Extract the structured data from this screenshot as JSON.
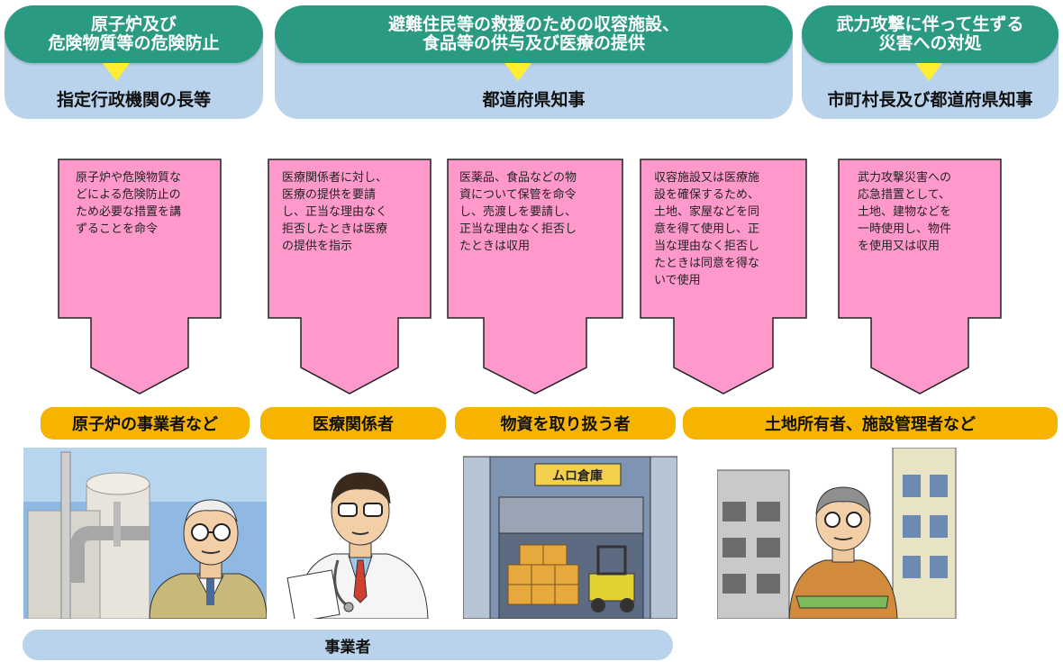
{
  "top": [
    {
      "title": "原子炉及び\n危険物質等の危険防止",
      "authority": "指定行政機関の長等"
    },
    {
      "title": "避難住民等の救援のための収容施設、\n食品等の供与及び医療の提供",
      "authority": "都道府県知事"
    },
    {
      "title": "武力攻撃に伴って生ずる\n災害への対処",
      "authority": "市町村長及び都道府県知事"
    }
  ],
  "arrows": [
    {
      "text": "原子炉や危険物質な\nどによる危険防止の\nため必要な措置を講\nずることを命令"
    },
    {
      "text": "医療関係者に対し、\n医療の提供を要請\nし、正当な理由なく\n拒否したときは医療\nの提供を指示"
    },
    {
      "text": "医薬品、食品などの物\n資について保管を命令\nし、売渡しを要請し、\n正当な理由なく拒否し\nたときは収用"
    },
    {
      "text": "収容施設又は医療施\n設を確保するため、\n土地、家屋などを同\n意を得て使用し、正\n当な理由なく拒否し\nたときは同意を得な\nいで使用"
    },
    {
      "text": "武力攻撃災害への\n応急措置として、\n土地、建物などを\n一時使用し、物件\nを使用又は収用"
    }
  ],
  "targets": [
    {
      "label": "原子炉の事業者など"
    },
    {
      "label": "医療関係者"
    },
    {
      "label": "物資を取り扱う者"
    },
    {
      "label": "土地所有者、施設管理者など"
    }
  ],
  "warehouse_sign": "ムロ倉庫",
  "bottom_label": "事業者",
  "colors": {
    "green": "#2a9a82",
    "blue": "#b9d3ec",
    "pink": "#ff99cc",
    "orange": "#f6b400",
    "yellow": "#ffee33"
  }
}
